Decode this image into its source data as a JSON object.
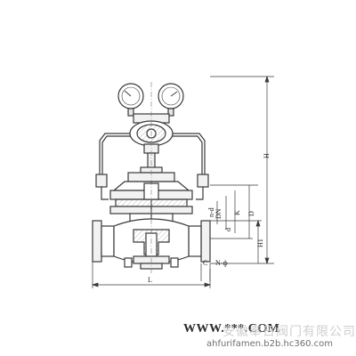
{
  "diagram": {
    "labels": {
      "H": "H",
      "H1": "H1",
      "D": "D",
      "K": "K",
      "d": "d",
      "DN": "DN",
      "n_d": "n-d",
      "C": "C",
      "N_phi": "N-ф",
      "L": "L"
    }
  },
  "watermark": {
    "brand": "WWW.***.COM",
    "cn": "安徽奉日阀门有限公司",
    "url": "ahfurifamen.b2b.hc360.com"
  },
  "colors": {
    "line": "#3a3a3a",
    "fill": "#f2f2f2",
    "hatch": "#e6e6e6"
  }
}
